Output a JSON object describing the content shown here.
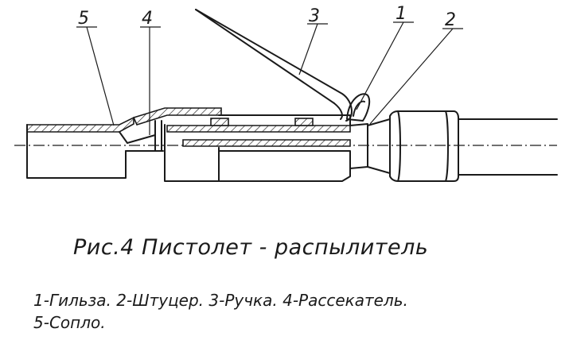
{
  "figure": {
    "title": "Рис.4 Пистолет - распылитель",
    "legend_line_1": "1-Гильза. 2-Штуцер. 3-Ручка. 4-Рассекатель.",
    "legend_line_2": "5-Сопло."
  },
  "callouts": [
    {
      "id": "1",
      "label": "1"
    },
    {
      "id": "2",
      "label": "2"
    },
    {
      "id": "3",
      "label": "3"
    },
    {
      "id": "4",
      "label": "4"
    },
    {
      "id": "5",
      "label": "5"
    }
  ],
  "colors": {
    "ink": "#1a1a1a",
    "paper": "#ffffff"
  }
}
